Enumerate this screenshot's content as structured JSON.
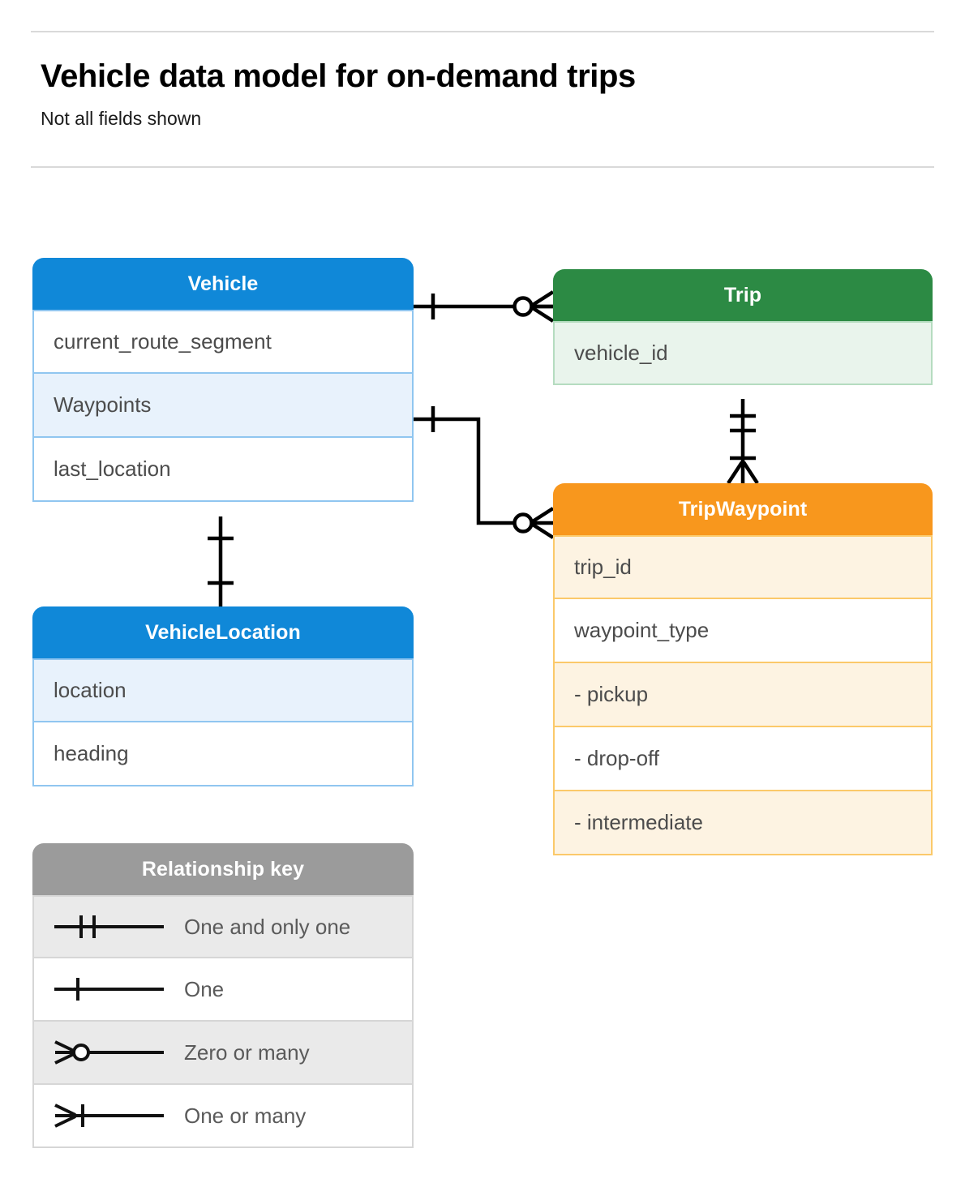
{
  "header": {
    "title": "Vehicle data model for on-demand trips",
    "subtitle": "Not all fields shown"
  },
  "colors": {
    "blue": "#1088d8",
    "blue_tint": "#e8f2fc",
    "blue_border": "#90c6f0",
    "green": "#2c8a44",
    "green_tint": "#e9f4ec",
    "green_border": "#b5dcc0",
    "orange": "#f8971d",
    "orange_tint": "#fdf3e2",
    "orange_border": "#fbc96a",
    "gray": "#9b9b9b",
    "gray_tint": "#eaeaea",
    "line": "#000000",
    "rule": "#d9d9d9"
  },
  "entities": {
    "vehicle": {
      "name": "Vehicle",
      "fields": [
        {
          "label": "current_route_segment"
        },
        {
          "label": "Waypoints"
        },
        {
          "label": "last_location"
        }
      ]
    },
    "vehicle_location": {
      "name": "VehicleLocation",
      "fields": [
        {
          "label": "location"
        },
        {
          "label": "heading"
        }
      ]
    },
    "trip": {
      "name": "Trip",
      "fields": [
        {
          "label": "vehicle_id"
        }
      ]
    },
    "trip_waypoint": {
      "name": "TripWaypoint",
      "fields": [
        {
          "label": "trip_id"
        },
        {
          "label": "waypoint_type"
        },
        {
          "label": "-  pickup"
        },
        {
          "label": "-  drop-off"
        },
        {
          "label": "-  intermediate"
        }
      ]
    }
  },
  "legend": {
    "title": "Relationship key",
    "items": [
      {
        "symbol": "one-and-only-one-symbol",
        "label": "One and only one"
      },
      {
        "symbol": "one-symbol",
        "label": "One"
      },
      {
        "symbol": "zero-or-many-symbol",
        "label": "Zero or many"
      },
      {
        "symbol": "one-or-many-symbol",
        "label": "One or many"
      }
    ]
  },
  "relationships": [
    {
      "name": "vehicle-to-trip",
      "from": "Vehicle",
      "to": "Trip",
      "from_cardinality": "One",
      "to_cardinality": "Zero or many"
    },
    {
      "name": "vehicle-waypoints-to-tripwaypoint",
      "from": "Vehicle.Waypoints",
      "to": "TripWaypoint",
      "from_cardinality": "One",
      "to_cardinality": "Zero or many"
    },
    {
      "name": "trip-to-tripwaypoint",
      "from": "Trip",
      "to": "TripWaypoint",
      "from_cardinality": "One and only one",
      "to_cardinality": "One or many"
    },
    {
      "name": "vehicle-to-vehiclelocation",
      "from": "Vehicle",
      "to": "VehicleLocation",
      "from_cardinality": "One",
      "to_cardinality": "One"
    }
  ]
}
